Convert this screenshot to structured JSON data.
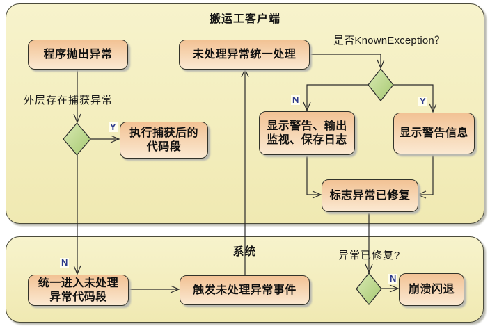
{
  "diagram": {
    "frames": {
      "client": {
        "title": "搬运工客户端"
      },
      "system": {
        "title": "系统"
      }
    },
    "nodes": {
      "throw": {
        "label": "程序抛出异常"
      },
      "unified_handler": {
        "label": "未处理异常统一处理"
      },
      "catch_code": {
        "label": "执行捕获后的\n代码段"
      },
      "warn_log": {
        "label": "显示警告、输出\n监视、保存日志"
      },
      "warn_info": {
        "label": "显示警告信息"
      },
      "mark_fixed": {
        "label": "标志异常已修复"
      },
      "enter_unhandled": {
        "label": "统一进入未处理\n异常代码段"
      },
      "trigger_event": {
        "label": "触发未处理异常事件"
      },
      "crash": {
        "label": "崩溃闪退"
      }
    },
    "conditions": {
      "outer_catch": "外层存在捕获异常",
      "known_exception": "是否KnownException？",
      "fixed": "异常已修复?"
    },
    "guards": {
      "catch_yes": "Y",
      "catch_no": "N",
      "known_no": "N",
      "known_yes": "Y",
      "fixed_no": "N"
    },
    "colors": {
      "frame_fill_top": "#f7f3cc",
      "frame_fill_bottom": "#f0e9b2",
      "frame_border": "#4a4a3a",
      "node_grad_top": "#f2c294",
      "node_grad_bottom": "#fbe9d2",
      "node_border": "#33332a",
      "diamond_grad_top": "#d9e9b3",
      "diamond_grad_bottom": "#a6c971",
      "line": "#2b2b2b",
      "guard": "#2d3a8c",
      "guard_bg": "#fffeee",
      "shadow": "#b9b9b0"
    }
  }
}
